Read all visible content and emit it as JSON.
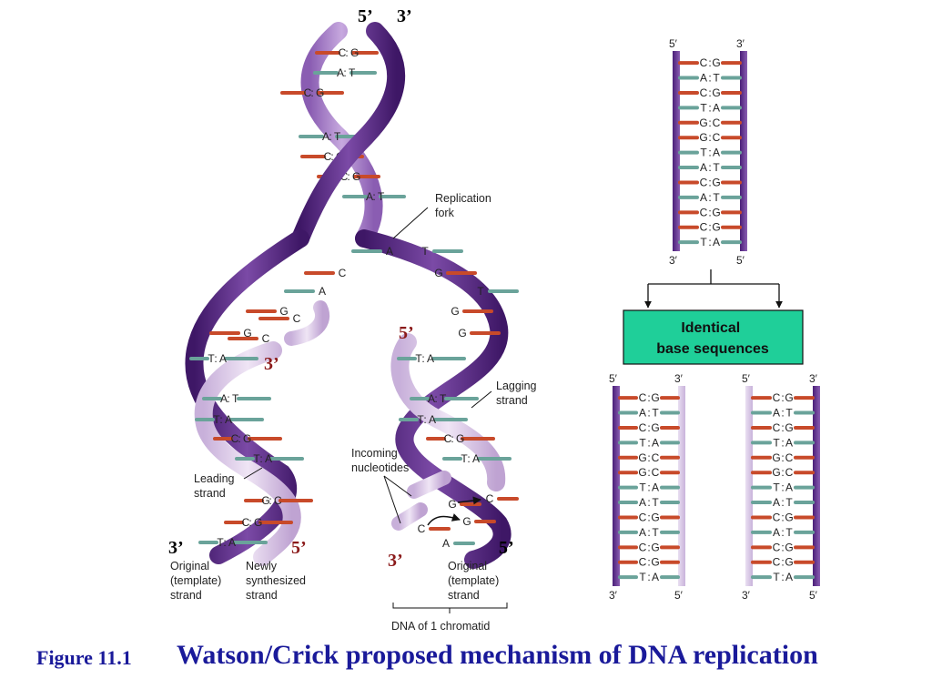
{
  "colors": {
    "strand_dark": "#5b2a86",
    "strand_light": "#d4bfe2",
    "base_red": "#c84a2a",
    "base_green": "#6aa39a",
    "base_peach": "#e5a48c",
    "label_red": "#8b1a1a",
    "box_fill": "#1fcf99",
    "caption_blue": "#1a1a9a"
  },
  "helix": {
    "top_labels": {
      "five": "5’",
      "three": "3’"
    },
    "top_pairs": [
      {
        "l": "C",
        "r": "G"
      },
      {
        "l": "A",
        "r": "T"
      },
      {
        "l": "C",
        "r": "G"
      },
      {
        "l": "A",
        "r": "T"
      },
      {
        "l": "C",
        "r": "G"
      },
      {
        "l": "C",
        "r": "G"
      },
      {
        "l": "A",
        "r": "T"
      }
    ],
    "fork_label": [
      "Replication",
      "fork"
    ],
    "fork_left_bases": [
      "A",
      "C",
      "A",
      "G",
      "C",
      "G",
      "C"
    ],
    "fork_right_bases": [
      "T",
      "G",
      "T",
      "G",
      "G"
    ],
    "left_pairs": [
      {
        "l": "T",
        "r": "A"
      },
      {
        "l": "A",
        "r": "T"
      },
      {
        "l": "T",
        "r": "A"
      },
      {
        "l": "C",
        "r": "G"
      },
      {
        "l": "T",
        "r": "A"
      },
      {
        "l": "G",
        "r": "C"
      },
      {
        "l": "C",
        "r": "G"
      },
      {
        "l": "T",
        "r": "A"
      }
    ],
    "right_pairs": [
      {
        "l": "T",
        "r": "A"
      },
      {
        "l": "A",
        "r": "T"
      },
      {
        "l": "T",
        "r": "A"
      },
      {
        "l": "C",
        "r": "G"
      },
      {
        "l": "T",
        "r": "A"
      }
    ],
    "incoming_bases": [
      "G",
      "C",
      "C",
      "G",
      "A"
    ],
    "leading_label": [
      "Leading",
      "strand"
    ],
    "lagging_label": [
      "Lagging",
      "strand"
    ],
    "incoming_label": [
      "Incoming",
      "nucleotides"
    ],
    "end_labels": {
      "left_three": "3’",
      "left_five": "5’",
      "mid_five": "5’",
      "mid_three": "3’",
      "right_three": "3’",
      "right_five": "5’"
    },
    "bottom_labels": {
      "original_left": [
        "Original",
        "(template)",
        "strand"
      ],
      "newly": [
        "Newly",
        "synthesized",
        "strand"
      ],
      "original_right": [
        "Original",
        "(template)",
        "strand"
      ]
    },
    "chromatid_label": "DNA of 1 chromatid"
  },
  "ladders": {
    "top": {
      "pairs": [
        "C:G",
        "A:T",
        "C:G",
        "T:A",
        "G:C",
        "G:C",
        "T:A",
        "A:T",
        "C:G",
        "A:T",
        "C:G",
        "C:G",
        "T:A"
      ],
      "label_top_left": "5′",
      "label_top_right": "3′",
      "label_bottom_left": "3′",
      "label_bottom_right": "5′"
    },
    "box_text": [
      "Identical",
      "base sequences"
    ],
    "bottom_left": {
      "pairs": [
        "C:G",
        "A:T",
        "C:G",
        "T:A",
        "G:C",
        "G:C",
        "T:A",
        "A:T",
        "C:G",
        "A:T",
        "C:G",
        "C:G",
        "T:A"
      ],
      "label_top_left": "5′",
      "label_top_right": "3′",
      "label_bottom_left": "3′",
      "label_bottom_right": "5′"
    },
    "bottom_right": {
      "pairs": [
        "C:G",
        "A:T",
        "C:G",
        "T:A",
        "G:C",
        "G:C",
        "T:A",
        "A:T",
        "C:G",
        "A:T",
        "C:G",
        "C:G",
        "T:A"
      ],
      "label_top_left": "5′",
      "label_top_right": "3′",
      "label_bottom_left": "3′",
      "label_bottom_right": "5′"
    }
  },
  "caption": {
    "figure": "Figure 11.1",
    "text": "Watson/Crick proposed mechanism of DNA  replication"
  }
}
